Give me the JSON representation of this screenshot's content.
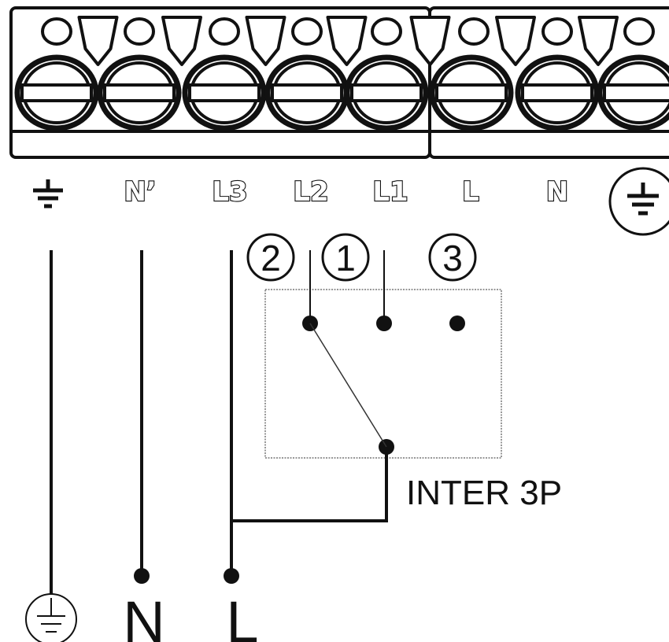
{
  "terminal_labels": [
    "N’",
    "L3",
    "L2",
    "L1",
    "L",
    "N"
  ],
  "switch_contacts": [
    "2",
    "1",
    "3"
  ],
  "switch_label": "INTER 3P",
  "supply_labels": {
    "neutral": "N",
    "line": "L"
  },
  "icons": {
    "ground": "earth-ground-icon",
    "protective_earth": "protective-earth-icon"
  },
  "colors": {
    "ink": "#111111",
    "background": "#ffffff",
    "switch_box_border": "#777777"
  }
}
